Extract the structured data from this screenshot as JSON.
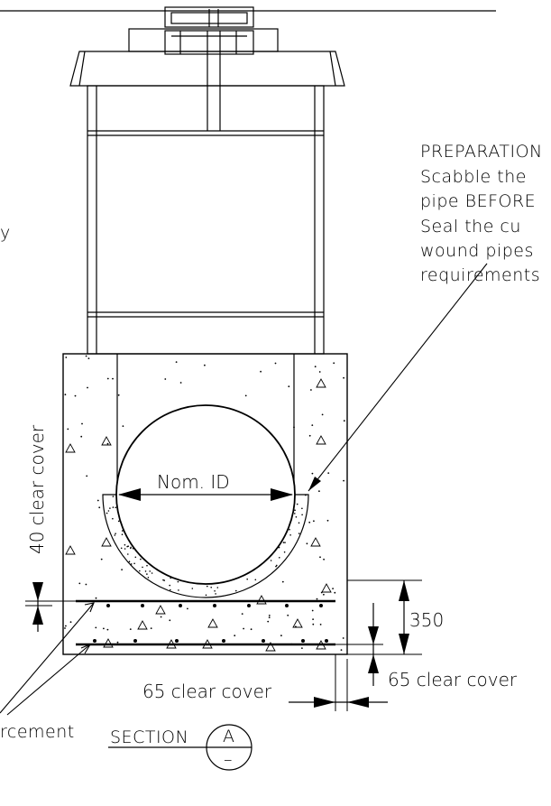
{
  "notes": {
    "preparation": [
      "PREPARATION",
      "Scabble the",
      "pipe BEFORE",
      "Seal the cu",
      "wound pipes",
      "requirements"
    ],
    "left_fragment": "y",
    "reinforcement_fragment": "rcement"
  },
  "dimensions": {
    "nominal_id": "Nom. ID",
    "clear_cover_left": "40 clear cover",
    "clear_cover_bottom": "65 clear cover",
    "clear_cover_right": "65 clear cover",
    "depth": "350"
  },
  "section": {
    "label": "SECTION",
    "id": "A",
    "sheet": "–"
  }
}
